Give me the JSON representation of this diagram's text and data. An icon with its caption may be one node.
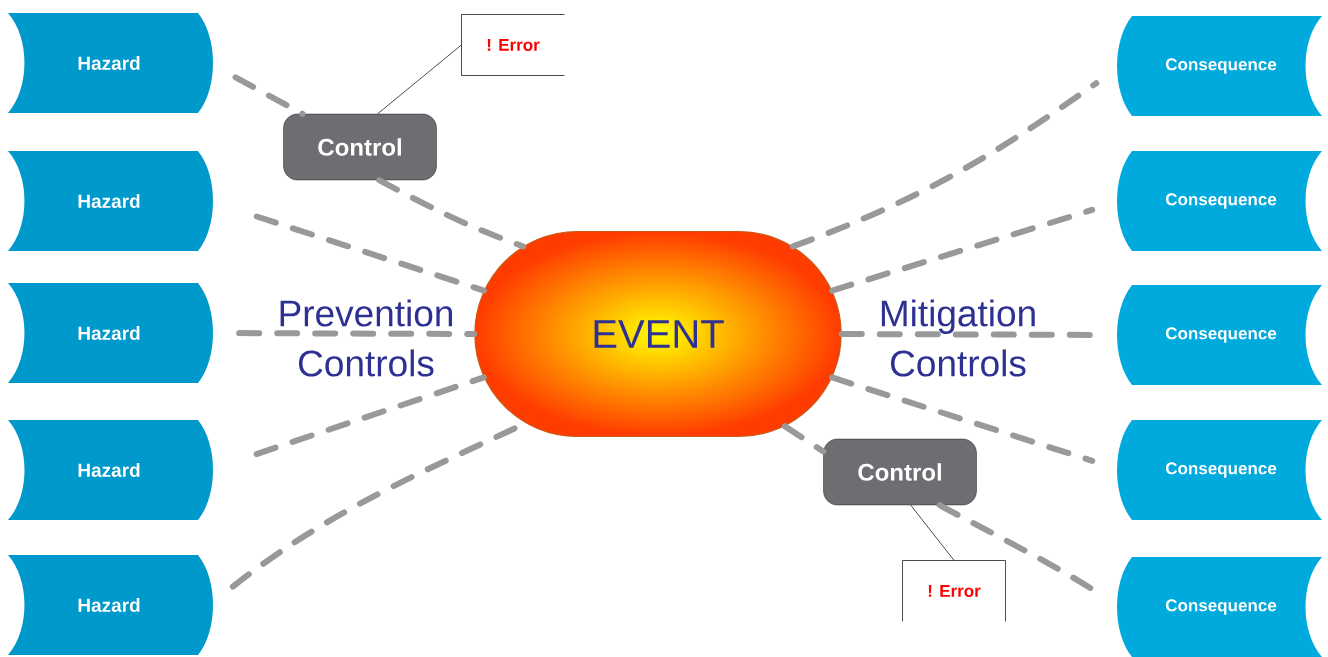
{
  "diagram": {
    "nodes": [
      {
        "text": [
          "Hazard"
        ]
      },
      {
        "text": [
          "Hazard"
        ]
      },
      {
        "text": [
          "Hazard"
        ]
      },
      {
        "text": [
          "Hazard"
        ]
      },
      {
        "text": [
          "Hazard"
        ]
      },
      {
        "text": [
          "EVENT"
        ]
      },
      {
        "text": [
          "Consequence"
        ]
      },
      {
        "text": [
          "Consequence"
        ]
      },
      {
        "text": [
          "Consequence"
        ]
      },
      {
        "text": [
          "Consequence"
        ]
      },
      {
        "text": [
          "Consequence"
        ]
      },
      {
        "text": [
          "Control"
        ]
      },
      {
        "text": [
          "Control"
        ]
      },
      {
        "text": [
          "! Error"
        ]
      },
      {
        "text": [
          "! Error"
        ]
      }
    ],
    "edges": [
      {
        "from": 0,
        "to": 11,
        "arrow": "none",
        "style": "dashed"
      },
      {
        "from": 11,
        "to": 5,
        "arrow": "none",
        "style": "dashed"
      },
      {
        "from": 1,
        "to": 5,
        "arrow": "none",
        "style": "dashed"
      },
      {
        "from": 2,
        "to": 5,
        "arrow": "none",
        "style": "dashed"
      },
      {
        "from": 3,
        "to": 5,
        "arrow": "none",
        "style": "dashed"
      },
      {
        "from": 4,
        "to": 5,
        "arrow": "none",
        "style": "dashed"
      },
      {
        "from": 5,
        "to": 6,
        "arrow": "none",
        "style": "dashed"
      },
      {
        "from": 5,
        "to": 7,
        "arrow": "none",
        "style": "dashed"
      },
      {
        "from": 5,
        "to": 8,
        "arrow": "none",
        "style": "dashed"
      },
      {
        "from": 5,
        "to": 9,
        "arrow": "none",
        "style": "dashed"
      },
      {
        "from": 5,
        "to": 12,
        "arrow": "none",
        "style": "dashed"
      },
      {
        "from": 12,
        "to": 10,
        "arrow": "none",
        "style": "dashed"
      },
      {
        "from": 13,
        "to": 11,
        "arrow": "none",
        "color": "#000000"
      },
      {
        "from": 14,
        "to": 12,
        "arrow": "none",
        "color": "#000000"
      }
    ],
    "labels": [
      "Prevention Controls",
      "Mitigation Controls"
    ]
  }
}
